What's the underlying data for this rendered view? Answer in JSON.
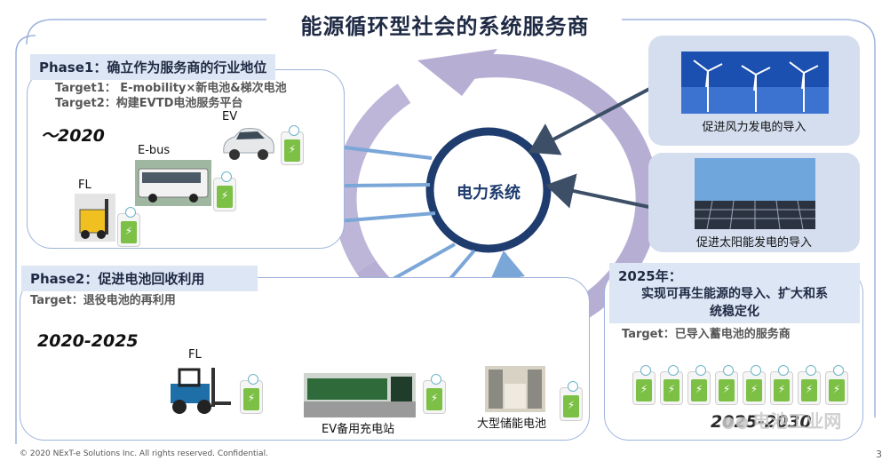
{
  "title": "能源循环型社会的系统服务商",
  "center": {
    "label": "电力系统"
  },
  "phase1": {
    "heading": "Phase1：确立作为服务商的行业地位",
    "target1": "Target1： E-mobility×新电池&梯次电池",
    "target2": "Target2：构建EVTD电池服务平台",
    "era": "～2020",
    "ev_label": "EV",
    "ebus_label": "E-bus",
    "fl_label": "FL"
  },
  "phase2": {
    "heading": "Phase2：促进电池回收利用",
    "target": "Target：退役电池的再利用",
    "era": "2020-2025",
    "fl_label": "FL",
    "ev_station_label": "EV备用充电站",
    "storage_label": "大型储能电池"
  },
  "goal2025": {
    "heading": "2025年：",
    "line1": "实现可再生能源的导入、扩大和系",
    "line2": "统稳定化",
    "target": "Target：已导入蓄电池的服务商",
    "era": "2025-2030"
  },
  "wind": {
    "label": "促进风力发电的导入"
  },
  "solar": {
    "label": "促进太阳能发电的导入"
  },
  "footer": "© 2020 NExT-e Solutions Inc. All rights reserved. Confidential.",
  "page_number": "3",
  "watermark": "电池工业网",
  "colors": {
    "arrow_blue": "#7aa6d8",
    "cycle_purple": "#b7aed4",
    "circle_navy": "#1f3c6e",
    "dark_arrow": "#3c4f66",
    "battery_green": "#7cc046"
  }
}
